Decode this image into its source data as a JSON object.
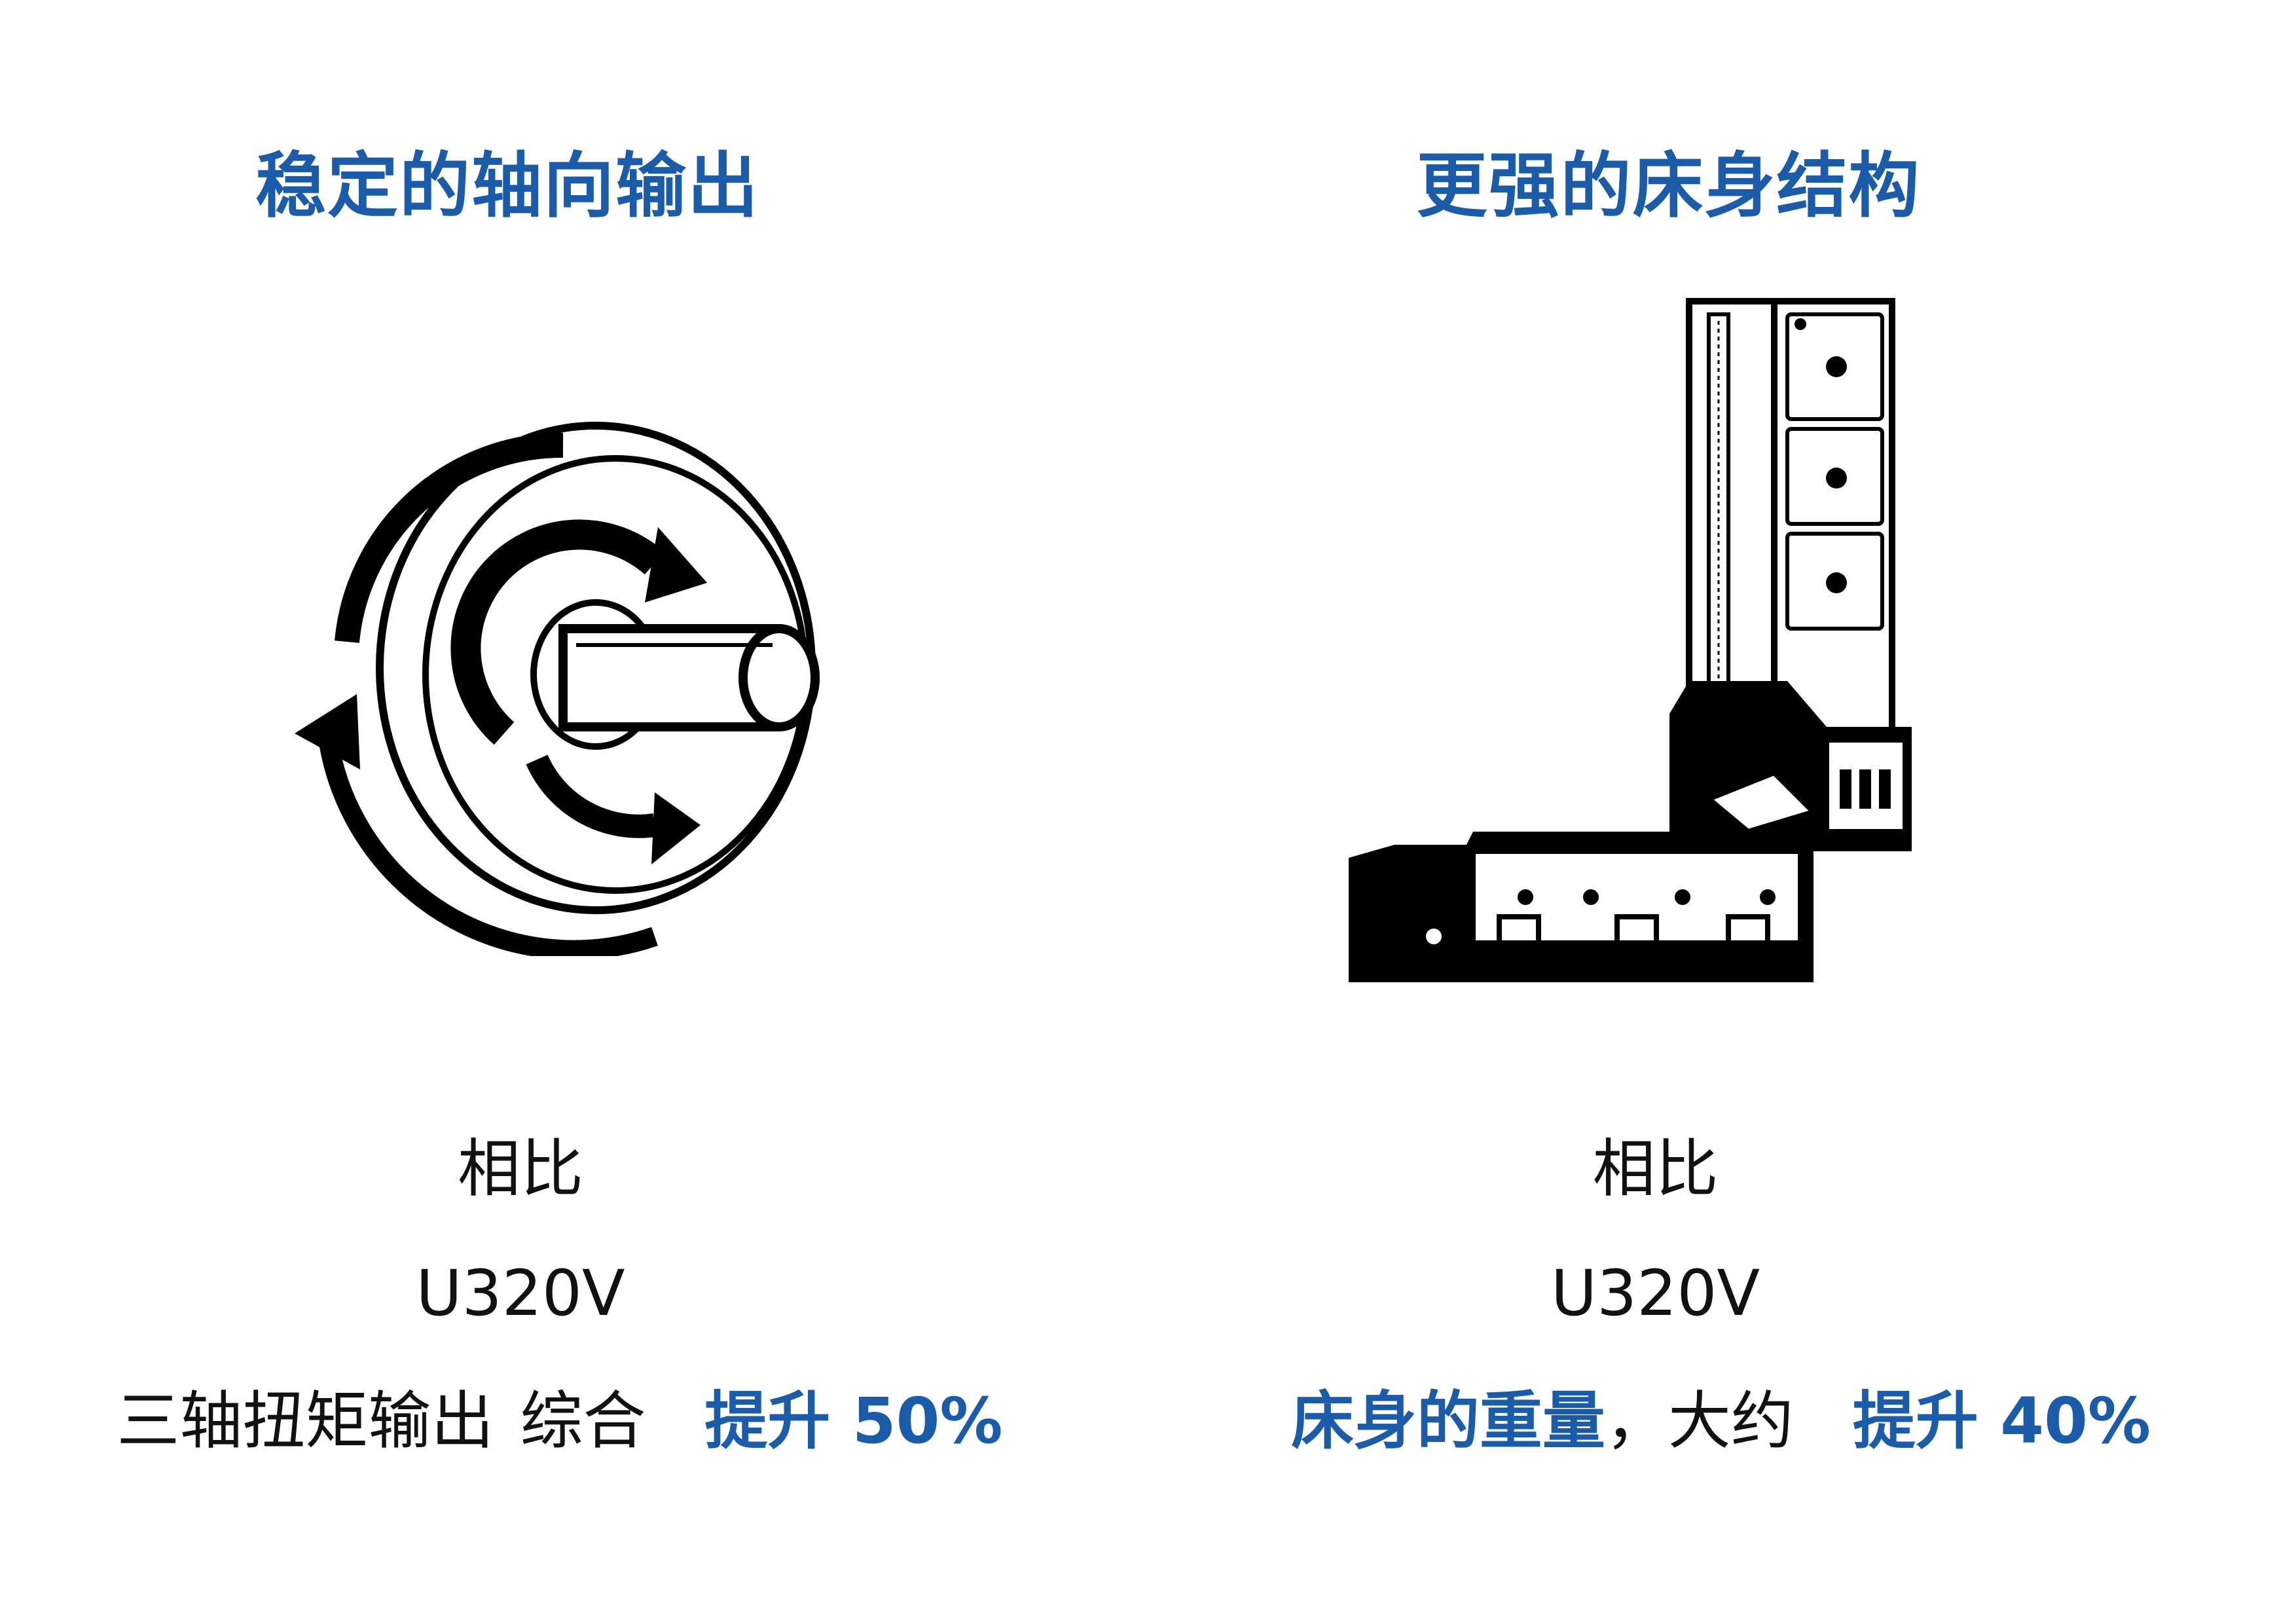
{
  "colors": {
    "accent": "#1A5BAA",
    "text": "#111111",
    "background": "#FFFFFF"
  },
  "left": {
    "heading": "稳定的轴向输出",
    "illustration_icon": "rotating-shaft-icon",
    "compare_label": "相比",
    "model": "U320V",
    "result_prefix": "三轴扭矩输出",
    "result_middle": "综合",
    "result_highlight": "提升 50%"
  },
  "right": {
    "heading": "更强的床身结构",
    "illustration_icon": "machine-bed-icon",
    "compare_label": "相比",
    "model": "U320V",
    "result_prefix_highlight": "床身的重量",
    "result_middle": "，大约",
    "result_highlight": "提升 40%"
  }
}
